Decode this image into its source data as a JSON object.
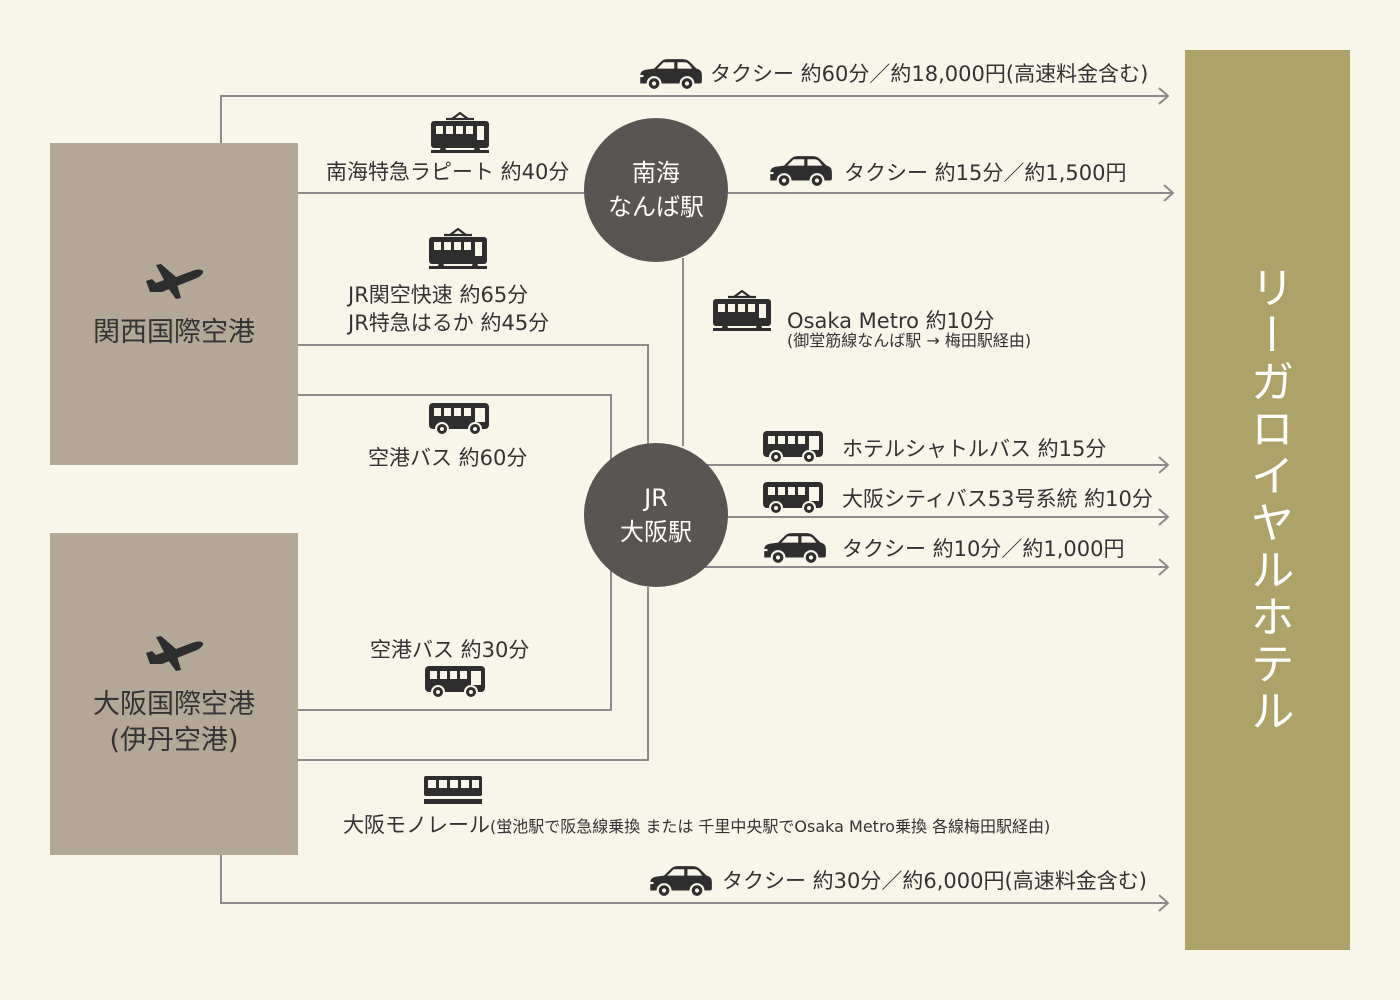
{
  "colors": {
    "background": "#f8f5e9",
    "airport_box": "#b3a796",
    "hotel_box": "#afa268",
    "station": "#595553",
    "line": "#8c8c8c",
    "icon": "#2e2e2e"
  },
  "airports": {
    "kansai": {
      "name": "関西国際空港",
      "icon": "airplane-icon"
    },
    "itami": {
      "line1": "大阪国際空港",
      "line2": "(伊丹空港)",
      "icon": "airplane-icon"
    }
  },
  "hotel": {
    "name": "リーガロイヤルホテル"
  },
  "stations": {
    "namba": {
      "line1": "南海",
      "line2": "なんば駅"
    },
    "osaka": {
      "line1": "JR",
      "line2": "大阪駅"
    }
  },
  "routes": {
    "kansai_taxi": {
      "icon": "car-icon",
      "label": "タクシー 約60分／約18,000円(高速料金含む)"
    },
    "nankai_rapit": {
      "icon": "train-icon",
      "label": "南海特急ラピート 約40分"
    },
    "namba_taxi": {
      "icon": "car-icon",
      "label": "タクシー 約15分／約1,500円"
    },
    "jr_kansai": {
      "icon": "train-icon",
      "line1": "JR関空快速 約65分",
      "line2": "JR特急はるか 約45分"
    },
    "osaka_metro": {
      "icon": "train-icon",
      "label": "Osaka Metro 約10分",
      "note": "(御堂筋線なんば駅 → 梅田駅経由)"
    },
    "kansai_bus": {
      "icon": "bus-icon",
      "label": "空港バス 約60分"
    },
    "shuttle_bus": {
      "icon": "bus-icon",
      "label": "ホテルシャトルバス 約15分"
    },
    "city_bus": {
      "icon": "bus-icon",
      "label": "大阪シティバス53号系統 約10分"
    },
    "osaka_taxi": {
      "icon": "car-icon",
      "label": "タクシー 約10分／約1,000円"
    },
    "itami_bus": {
      "icon": "bus-icon",
      "label": "空港バス 約30分"
    },
    "monorail": {
      "icon": "monorail-icon",
      "label": "大阪モノレール",
      "note": "(蛍池駅で阪急線乗換 または 千里中央駅でOsaka Metro乗換 各線梅田駅経由)"
    },
    "itami_taxi": {
      "icon": "car-icon",
      "label": "タクシー 約30分／約6,000円(高速料金含む)"
    }
  }
}
